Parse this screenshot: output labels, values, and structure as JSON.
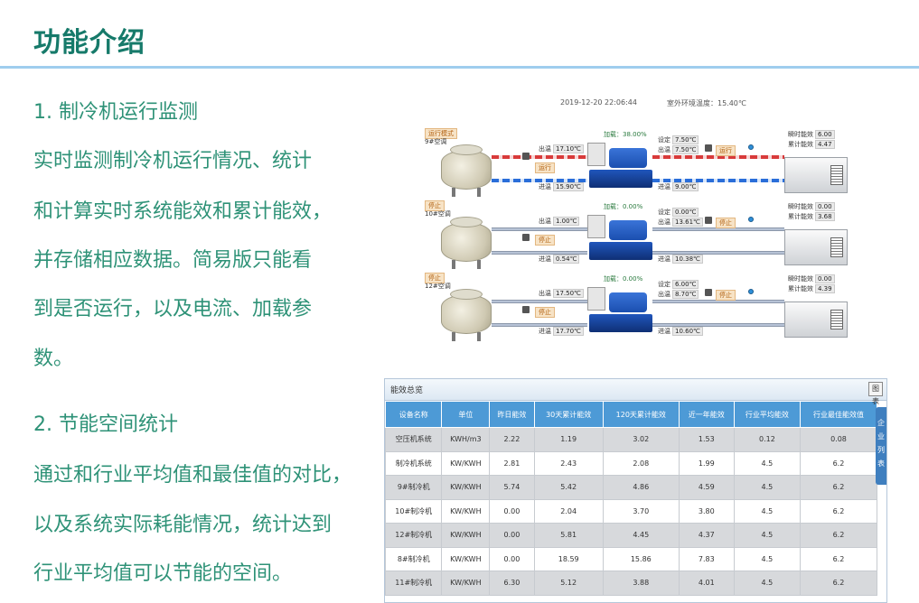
{
  "page": {
    "title": "功能介绍"
  },
  "section1": {
    "heading": "1. 制冷机运行监测",
    "lines": [
      "实时监测制冷机运行情况、统计",
      "和计算实时系统能效和累计能效，",
      "并存储相应数据。简易版只能看",
      "到是否运行，以及电流、加载参",
      "数。"
    ]
  },
  "section2": {
    "heading": "2. 节能空间统计",
    "lines": [
      "通过和行业平均值和最佳值的对比，",
      "以及系统实际耗能情况，统计达到",
      "行业平均值可以节能的空间。"
    ]
  },
  "diagram": {
    "datetime": "2019-12-20 22:06:44",
    "outdoor_temp": "室外环境温度：15.40℃",
    "rows": [
      {
        "mode": "运行模式",
        "unit": "9#空调",
        "load": "加载：38.00%",
        "outlet_label": "出温",
        "outlet": "17.10℃",
        "inlet_label": "进温",
        "inlet": "15.90℃",
        "status_left": "运行",
        "set_label": "设定",
        "set": "7.50℃",
        "chw_out_label": "出温",
        "chw_out": "7.50℃",
        "chw_in_label": "进温",
        "chw_in": "9.00℃",
        "status_right": "运行",
        "inst_label": "瞬时能效",
        "inst": "6.00",
        "acc_label": "累计能效",
        "acc": "4.47"
      },
      {
        "mode": "停止",
        "unit": "10#空调",
        "load": "加载：0.00%",
        "outlet_label": "出温",
        "outlet": "1.00℃",
        "inlet_label": "进温",
        "inlet": "0.54℃",
        "status_left": "停止",
        "set_label": "设定",
        "set": "0.00℃",
        "chw_out_label": "出温",
        "chw_out": "13.61℃",
        "chw_in_label": "进温",
        "chw_in": "10.38℃",
        "status_right": "停止",
        "inst_label": "瞬时能效",
        "inst": "0.00",
        "acc_label": "累计能效",
        "acc": "3.68"
      },
      {
        "mode": "停止",
        "unit": "12#空调",
        "load": "加载：0.00%",
        "outlet_label": "出温",
        "outlet": "17.50℃",
        "inlet_label": "进温",
        "inlet": "17.70℃",
        "status_left": "停止",
        "set_label": "设定",
        "set": "6.00℃",
        "chw_out_label": "出温",
        "chw_out": "8.70℃",
        "chw_in_label": "进温",
        "chw_in": "10.60℃",
        "status_right": "停止",
        "inst_label": "瞬时能效",
        "inst": "0.00",
        "acc_label": "累计能效",
        "acc": "4.39"
      }
    ]
  },
  "table": {
    "title": "能效总览",
    "close_label": "图表",
    "side_tab": "企业列表",
    "headers": [
      "设备名称",
      "单位",
      "昨日能效",
      "30天累计能效",
      "120天累计能效",
      "近一年能效",
      "行业平均能效",
      "行业最佳能效值"
    ],
    "rows": [
      [
        "空压机系统",
        "KWH/m3",
        "2.22",
        "1.19",
        "3.02",
        "1.53",
        "0.12",
        "0.08"
      ],
      [
        "制冷机系统",
        "KW/KWH",
        "2.81",
        "2.43",
        "2.08",
        "1.99",
        "4.5",
        "6.2"
      ],
      [
        "9#制冷机",
        "KW/KWH",
        "5.74",
        "5.42",
        "4.86",
        "4.59",
        "4.5",
        "6.2"
      ],
      [
        "10#制冷机",
        "KW/KWH",
        "0.00",
        "2.04",
        "3.70",
        "3.80",
        "4.5",
        "6.2"
      ],
      [
        "12#制冷机",
        "KW/KWH",
        "0.00",
        "5.81",
        "4.45",
        "4.37",
        "4.5",
        "6.2"
      ],
      [
        "8#制冷机",
        "KW/KWH",
        "0.00",
        "18.59",
        "15.86",
        "7.83",
        "4.5",
        "6.2"
      ],
      [
        "11#制冷机",
        "KW/KWH",
        "6.30",
        "5.12",
        "3.88",
        "4.01",
        "4.5",
        "6.2"
      ]
    ]
  },
  "colors": {
    "accent_green": "#2e9277",
    "title_green": "#167a6a",
    "header_blue": "#4d9ad6",
    "rule_blue": "#9fcdee"
  }
}
